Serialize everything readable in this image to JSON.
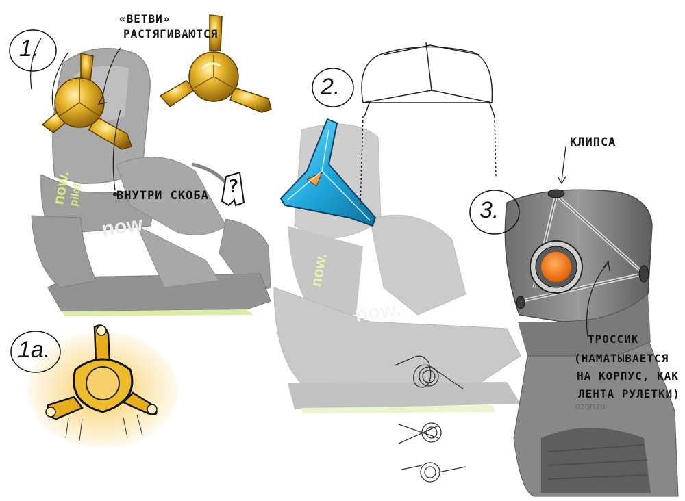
{
  "sketch": {
    "steps": [
      {
        "id": "1",
        "label": "1."
      },
      {
        "id": "1a",
        "label": "1a."
      },
      {
        "id": "2",
        "label": "2."
      },
      {
        "id": "3",
        "label": "3."
      }
    ],
    "notes": {
      "branches_quote": "«ВЕТВИ»",
      "branches_stretch": "РАСТЯГИВАЮТСЯ",
      "inside_bracket": "ВНУТРИ СКОБА",
      "question_mark": "?",
      "clip": "КЛИПСА",
      "cable_line1": "ТРОССИК",
      "cable_line2": "(НАМАТЫВАЕТСЯ",
      "cable_line3": "НА КОРПУС, КАК",
      "cable_line4": "ЛЕНТА РУЛЕТКИ)"
    },
    "brand_marks": {
      "now": "now.",
      "pilot": "pilot",
      "ozon": "ozon.ru"
    },
    "colors": {
      "gold": "#d8a51e",
      "blue": "#28b3e0",
      "orange": "#ff7a00",
      "binding_gray": "#8b8b8b",
      "light_gray": "#b9b9b9"
    }
  }
}
